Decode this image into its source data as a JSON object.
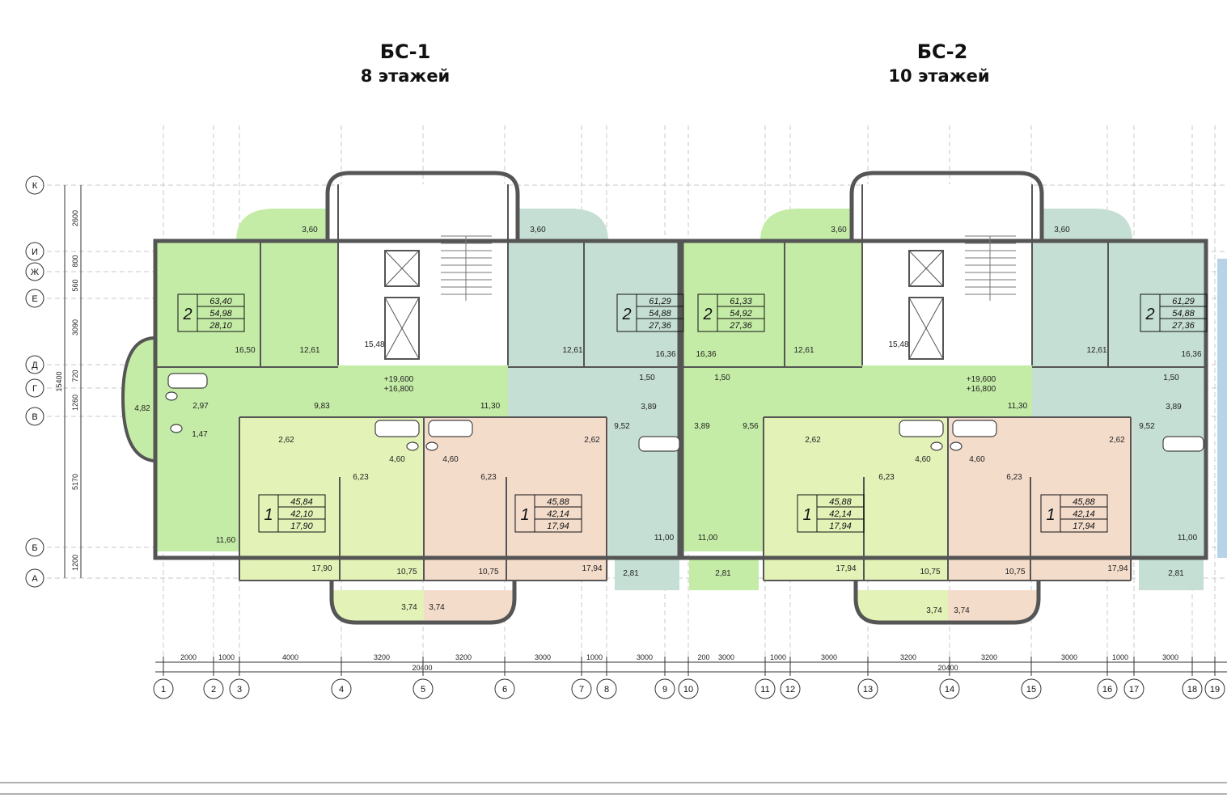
{
  "sections": [
    {
      "name": "БС-1",
      "floors": "8 этажей"
    },
    {
      "name": "БС-2",
      "floors": "10 этажей"
    }
  ],
  "axes_rows": [
    "К",
    "И",
    "Ж",
    "Е",
    "Д",
    "Г",
    "В",
    "Б",
    "А"
  ],
  "axes_cols": [
    "1",
    "2",
    "3",
    "4",
    "5",
    "6",
    "7",
    "8",
    "9",
    "10",
    "11",
    "12",
    "13",
    "14",
    "15",
    "16",
    "17",
    "18",
    "19"
  ],
  "vertical_dims": [
    "2600",
    "800",
    "560",
    "3090",
    "720",
    "1260",
    "5170",
    "1200",
    "15400"
  ],
  "horizontal_dims": [
    "2000",
    "1000",
    "4000",
    "3200",
    "3200",
    "3000",
    "1000",
    "3000",
    "200",
    "3000",
    "1000",
    "3000",
    "3200",
    "3200",
    "3000",
    "1000",
    "3000"
  ],
  "total_dims": [
    "20400",
    "20400"
  ],
  "apartments": [
    {
      "rooms": "2",
      "total": "63,40",
      "living": "54,98",
      "area": "28,10"
    },
    {
      "rooms": "2",
      "total": "61,29",
      "living": "54,88",
      "area": "27,36"
    },
    {
      "rooms": "2",
      "total": "61,33",
      "living": "54,92",
      "area": "27,36"
    },
    {
      "rooms": "2",
      "total": "61,29",
      "living": "54,88",
      "area": "27,36"
    },
    {
      "rooms": "1",
      "total": "45,84",
      "living": "42,10",
      "area": "17,90"
    },
    {
      "rooms": "1",
      "total": "45,88",
      "living": "42,14",
      "area": "17,94"
    },
    {
      "rooms": "1",
      "total": "45,88",
      "living": "42,14",
      "area": "17,94"
    },
    {
      "rooms": "1",
      "total": "45,88",
      "living": "42,14",
      "area": "17,94"
    }
  ],
  "room_labels": [
    "3,60",
    "16,50",
    "12,61",
    "15,48",
    "12,61",
    "16,36",
    "3,60",
    "4,82",
    "2,97",
    "1,47",
    "9,83",
    "11,30",
    "1,50",
    "3,89",
    "9,52",
    "2,62",
    "6,23",
    "4,60",
    "4,60",
    "6,23",
    "2,62",
    "11,60",
    "17,90",
    "10,75",
    "10,75",
    "17,94",
    "11,00",
    "2,81",
    "3,74",
    "3,74",
    "+19,600",
    "+16,800",
    "3,60",
    "3,60",
    "16,36",
    "12,61",
    "15,48",
    "12,61",
    "16,36",
    "1,50",
    "3,89",
    "9,56",
    "11,30",
    "1,50",
    "3,89",
    "9,52",
    "2,62",
    "6,23",
    "4,60",
    "4,60",
    "6,23",
    "2,62",
    "11,00",
    "17,94",
    "10,75",
    "10,75",
    "17,94",
    "11,00",
    "2,81",
    "2,81",
    "3,74",
    "3,74",
    "+19,600",
    "+16,800"
  ],
  "colors": {
    "green": "#c4eca6",
    "teal": "#c6dfd4",
    "lime": "#e3f2b6",
    "peach": "#f4dccb",
    "wall": "#555555",
    "hatch": "#d9d9d9"
  }
}
